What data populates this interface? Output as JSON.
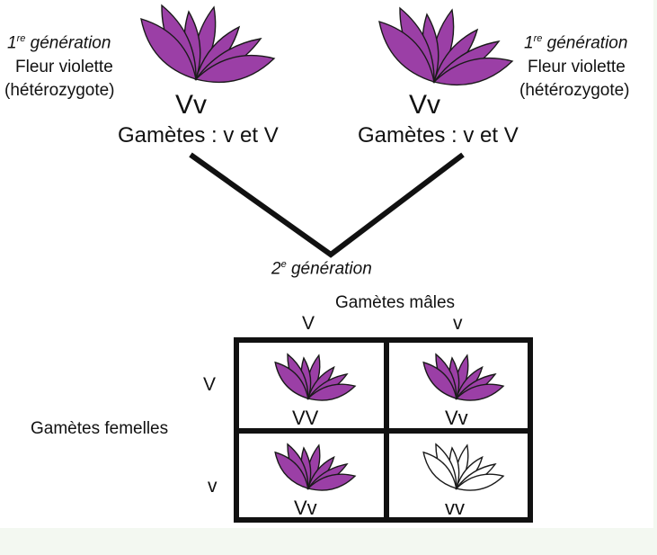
{
  "colors": {
    "violet": "#9b3fa6",
    "white_flower": "#ffffff",
    "outline": "#1a1a1a",
    "background": "#f3f8f1"
  },
  "parent_left": {
    "generation_num": "1",
    "generation_sup": "re",
    "generation_word": " génération",
    "phenotype": "Fleur violette",
    "zygosity": "(hétérozygote)",
    "genotype": "Vv",
    "gametes": "Gamètes : v et V",
    "flower_color": "violet"
  },
  "parent_right": {
    "generation_num": "1",
    "generation_sup": "re",
    "generation_word": " génération",
    "phenotype": "Fleur violette",
    "zygosity": "(hétérozygote)",
    "genotype": "Vv",
    "gametes": "Gamètes : v et V",
    "flower_color": "violet"
  },
  "second_generation": {
    "num": "2",
    "sup": "e",
    "word": " génération"
  },
  "punnett": {
    "male_title": "Gamètes mâles",
    "female_title": "Gamètes femelles",
    "male_alleles": [
      "V",
      "v"
    ],
    "female_alleles": [
      "V",
      "v"
    ],
    "cells": [
      {
        "genotype": "VV",
        "flower_color": "violet"
      },
      {
        "genotype": "Vv",
        "flower_color": "violet"
      },
      {
        "genotype": "Vv",
        "flower_color": "violet"
      },
      {
        "genotype": "vv",
        "flower_color": "white"
      }
    ]
  }
}
